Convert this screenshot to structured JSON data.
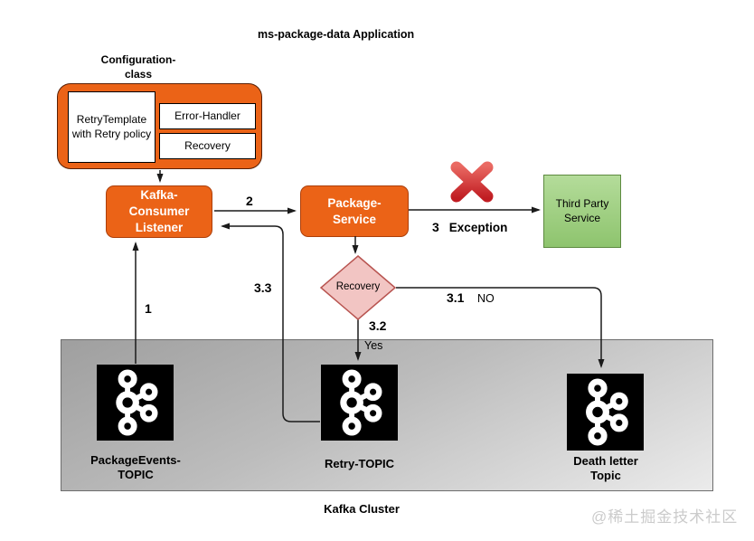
{
  "title": "ms-package-data Application",
  "config": {
    "label": "Configuration-\nclass",
    "boxes": {
      "retry_template": "RetryTemplate\nwith Retry policy",
      "error_handler": "Error-Handler",
      "recovery": "Recovery"
    }
  },
  "nodes": {
    "listener": "Kafka-\nConsumer\nListener",
    "package_service": "Package-\nService",
    "third_party": "Third Party\nService",
    "decision": "Recovery"
  },
  "edges": {
    "e1": "1",
    "e2": "2",
    "e3": "3",
    "e3_text": "Exception",
    "e31": "3.1",
    "e31_text": "NO",
    "e32": "3.2",
    "e32_text": "Yes",
    "e33": "3.3"
  },
  "cluster": {
    "label": "Kafka Cluster",
    "topics": [
      "PackageEvents-\nTOPIC",
      "Retry-TOPIC",
      "Death letter\nTopic"
    ]
  },
  "watermark": "@稀土掘金技术社区",
  "colors": {
    "node_orange": "#eb6317",
    "green_fill": "#a3d487",
    "green_border": "#5d8a40",
    "diamond_fill": "#f2c5c3",
    "diamond_border": "#b85450",
    "failure_red": "#c01c22",
    "cluster_gray": "#b0b0b0"
  }
}
